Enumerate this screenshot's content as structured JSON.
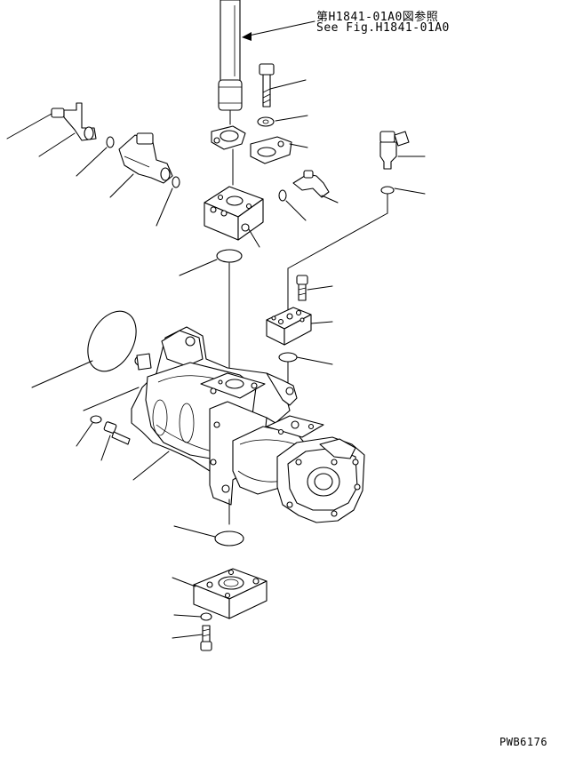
{
  "ref_jp": "第H1841-01A0図参照",
  "ref_en": "See Fig.H1841-01A0",
  "drawing_id": "PWB6176"
}
